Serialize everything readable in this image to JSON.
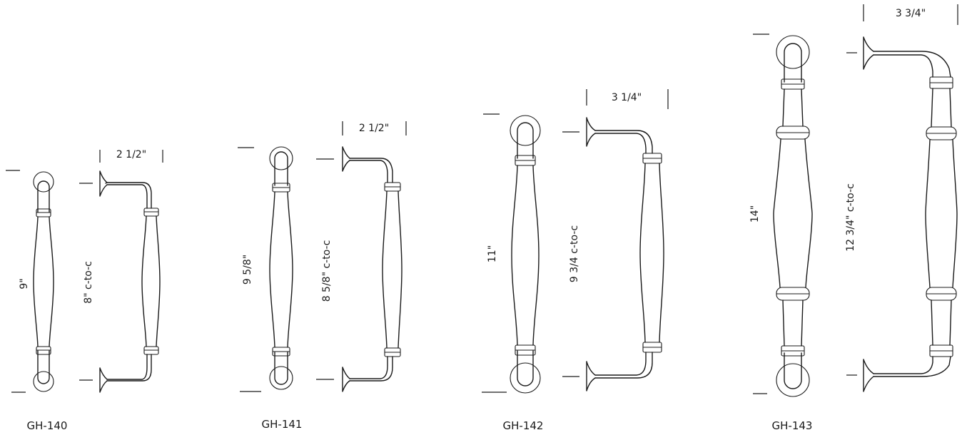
{
  "handles": [
    {
      "model": "GH-140",
      "overall_length": "9\"",
      "center_to_center": "8\" c-to-c",
      "projection": "2 1/2\""
    },
    {
      "model": "GH-141",
      "overall_length": "9 5/8\"",
      "center_to_center": "8 5/8\" c-to-c",
      "projection": "2 1/2\""
    },
    {
      "model": "GH-142",
      "overall_length": "11\"",
      "center_to_center": "9 3/4 c-to-c",
      "projection": "3 1/4\""
    },
    {
      "model": "GH-143",
      "overall_length": "14\"",
      "center_to_center": "12 3/4\" c-to-c",
      "projection": "3 3/4\""
    }
  ]
}
